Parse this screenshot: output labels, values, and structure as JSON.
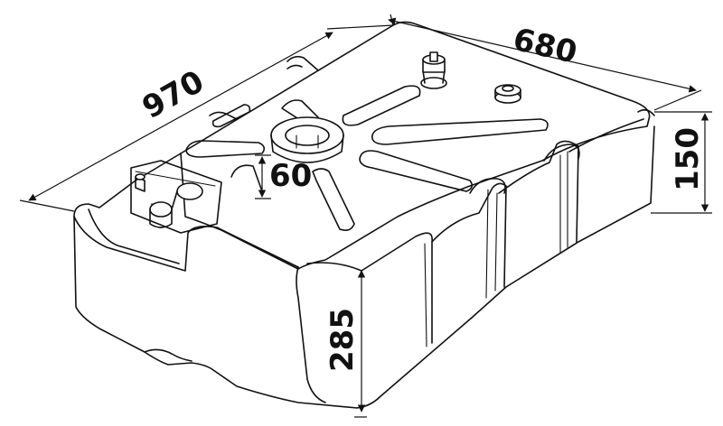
{
  "dimensions": {
    "length": "970",
    "width": "680",
    "height_side": "150",
    "height_front": "285",
    "recess_depth": "60"
  },
  "colors": {
    "line": "#111111",
    "background": "#ffffff"
  }
}
